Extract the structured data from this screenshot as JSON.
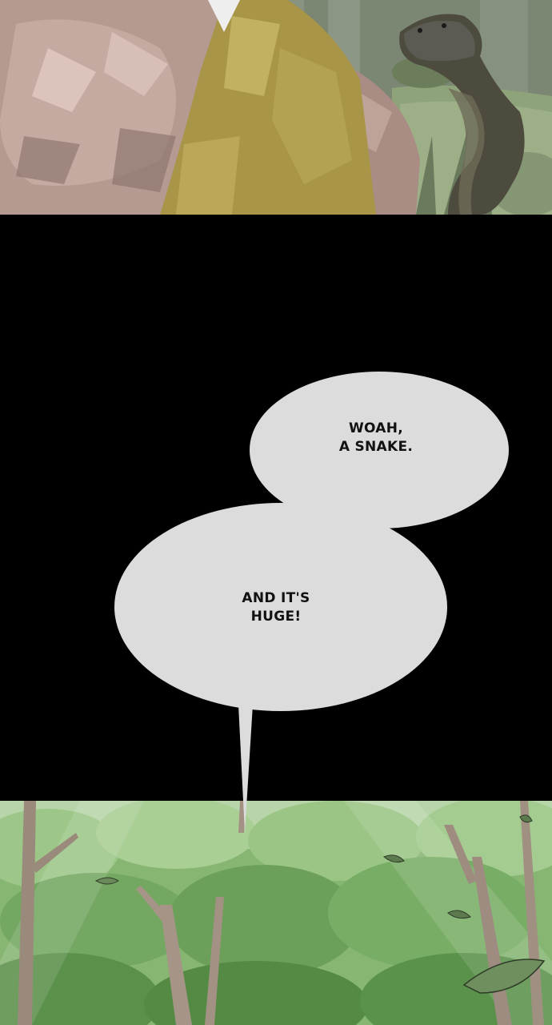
{
  "panels": {
    "top": {
      "scene": "character with snake in forest"
    },
    "bottom": {
      "scene": "forest canopy"
    }
  },
  "bubbles": [
    {
      "text": "WOAH,\nA SNAKE."
    },
    {
      "text": "AND IT'S\nHUGE!"
    }
  ],
  "colors": {
    "bubble_fill": "#dcdcdc",
    "gutter": "#000000",
    "text": "#111111"
  }
}
